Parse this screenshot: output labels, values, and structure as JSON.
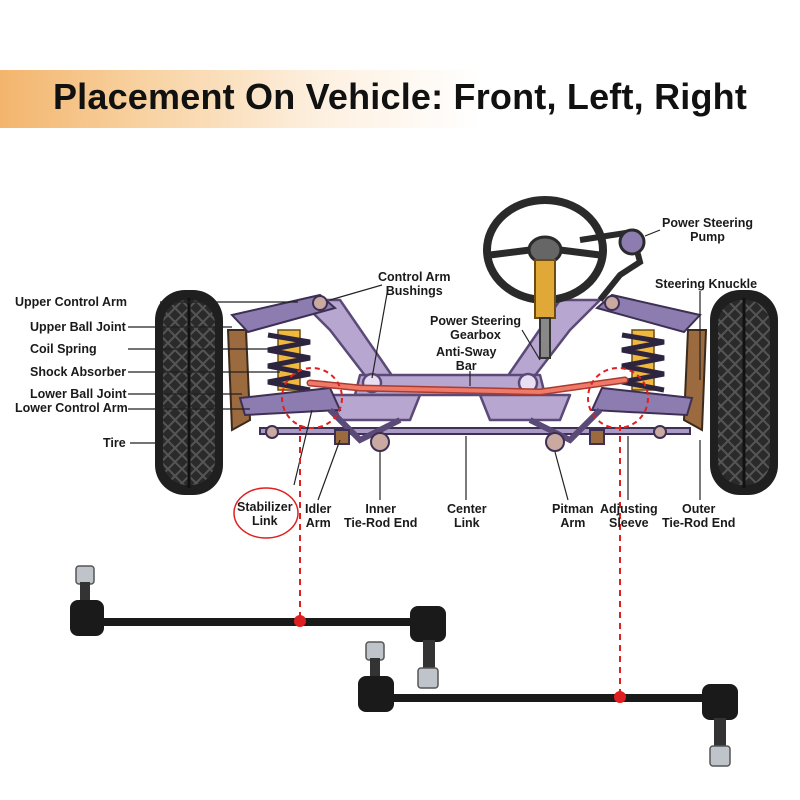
{
  "title": "Placement On Vehicle: Front, Left, Right",
  "labels": {
    "upper_control_arm": "Upper Control Arm",
    "upper_ball_joint": "Upper Ball Joint",
    "coil_spring": "Coil Spring",
    "shock_absorber": "Shock Absorber",
    "lower_ball_joint": "Lower Ball Joint",
    "lower_control_arm": "Lower Control Arm",
    "tire": "Tire",
    "control_arm_bushings": [
      "Control Arm",
      "Bushings"
    ],
    "power_steering_gearbox": [
      "Power Steering",
      "Gearbox"
    ],
    "anti_sway_bar": [
      "Anti-Sway",
      "Bar"
    ],
    "power_steering_pump": [
      "Power Steering",
      "Pump"
    ],
    "steering_knuckle": "Steering Knuckle",
    "stabilizer_link": [
      "Stabilizer",
      "Link"
    ],
    "idler_arm": [
      "Idler",
      "Arm"
    ],
    "inner_tie_rod_end": [
      "Inner",
      "Tie-Rod End"
    ],
    "center_link": [
      "Center",
      "Link"
    ],
    "pitman_arm": [
      "Pitman",
      "Arm"
    ],
    "adjusting_sleeve": [
      "Adjusting",
      "Sleeve"
    ],
    "outer_tie_rod_end": [
      "Outer",
      "Tie-Rod End"
    ]
  },
  "colors": {
    "frame": "#b7a6cf",
    "frame_dark": "#5b4a78",
    "anti_sway_bar": "#f07a6a",
    "shock": "#f0b83c",
    "highlight": "#e02020",
    "tire": "#1f1f1f"
  }
}
